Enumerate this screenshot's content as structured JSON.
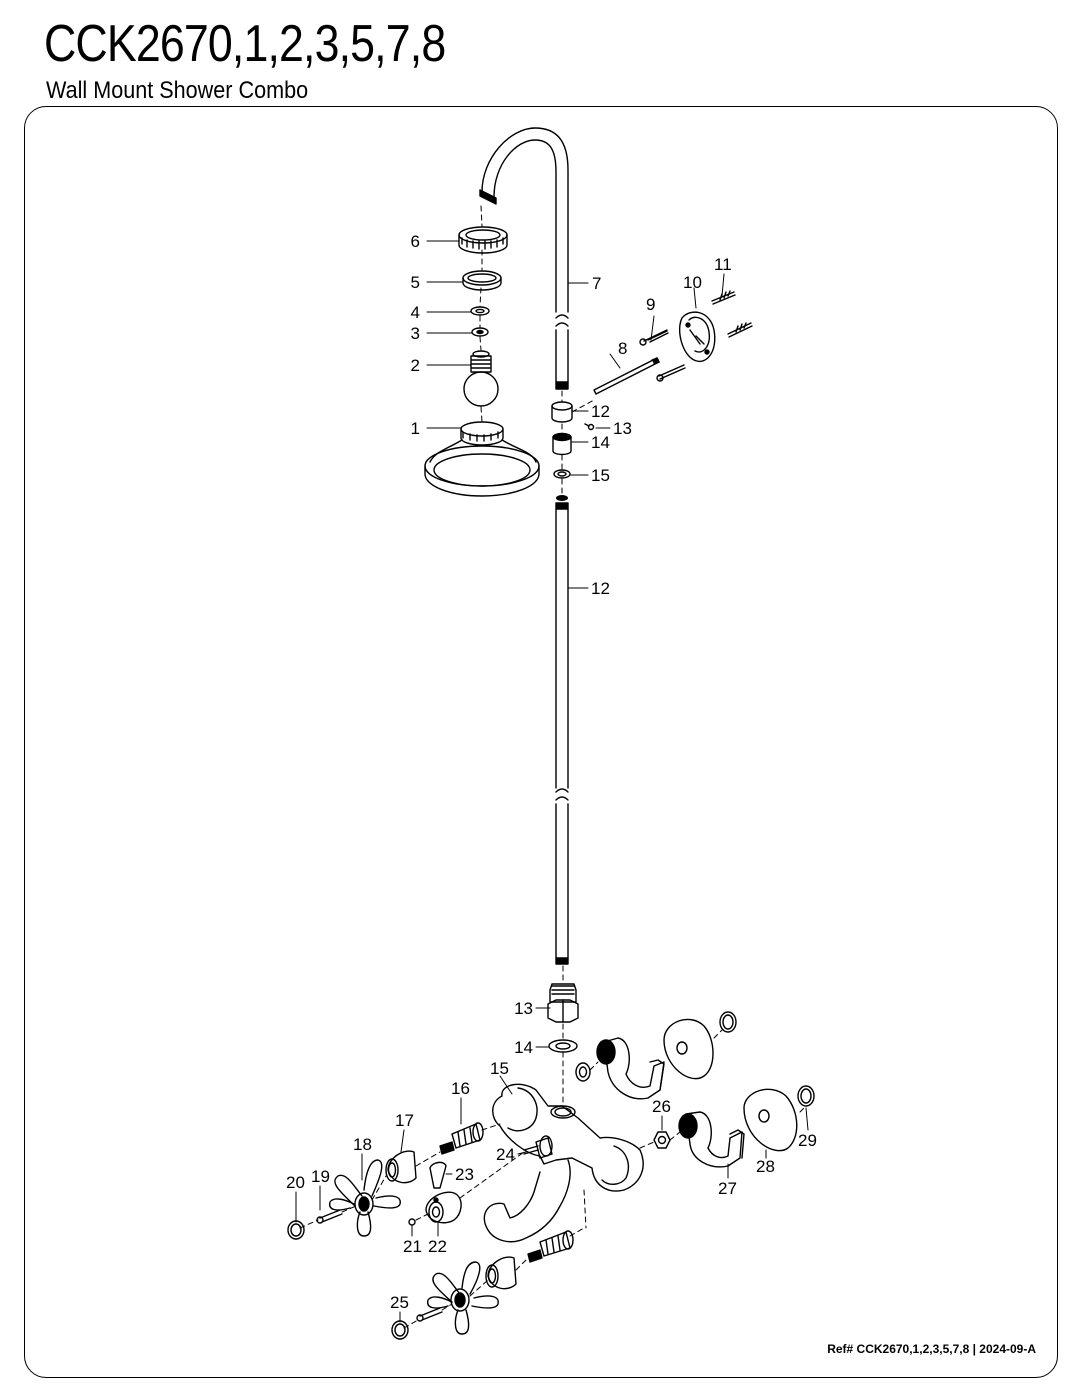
{
  "header": {
    "model": "CCK2670,1,2,3,5,7,8",
    "subtitle": "Wall Mount Shower Combo"
  },
  "footer": {
    "reference": "Ref# CCK2670,1,2,3,5,7,8 | 2024-09-A"
  },
  "callouts": {
    "c1": "1",
    "c2": "2",
    "c3": "3",
    "c4": "4",
    "c5": "5",
    "c6": "6",
    "c7": "7",
    "c8": "8",
    "c9": "9",
    "c10": "10",
    "c11": "11",
    "c12a": "12",
    "c13a": "13",
    "c14a": "14",
    "c15a": "15",
    "c12b": "12",
    "c13b": "13",
    "c14b": "14",
    "c15b": "15",
    "c16": "16",
    "c17": "17",
    "c18": "18",
    "c19": "19",
    "c20": "20",
    "c21": "21",
    "c22": "22",
    "c23": "23",
    "c24": "24",
    "c25": "25",
    "c26": "26",
    "c27": "27",
    "c28": "28",
    "c29": "29"
  }
}
